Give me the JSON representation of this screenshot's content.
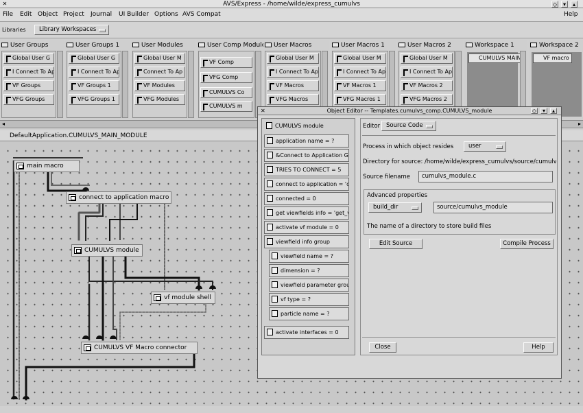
{
  "window": {
    "title": "AVS/Express - /home/wilde/express_cumulvs"
  },
  "menubar": {
    "items": [
      "File",
      "Edit",
      "Object",
      "Project",
      "Journal",
      "UI Builder",
      "Options",
      "AVS Compat"
    ],
    "help": "Help"
  },
  "libbar": {
    "label": "Libraries",
    "selected": "Library Workspaces"
  },
  "libraries": [
    {
      "title": "User Groups",
      "items": [
        "Global User G",
        "I Connect To Ap",
        "VF Groups",
        "VFG Groups"
      ]
    },
    {
      "title": "User Groups 1",
      "items": [
        "Global User G",
        "I Connect To Ap",
        "VF Groups 1",
        "VFG Groups 1"
      ]
    },
    {
      "title": "User Modules",
      "items": [
        "Global User M",
        "Connect To Ap",
        "VF Modules",
        "VFG Modules"
      ]
    },
    {
      "title": "User Comp Modules",
      "items": [
        "VF Comp",
        "VFG Comp",
        "CUMULVS Co",
        "CUMULVS m"
      ]
    },
    {
      "title": "User Macros",
      "items": [
        "Global User M",
        "I Connect To Ap",
        "VF Macros",
        "VFG Macros"
      ]
    },
    {
      "title": "User Macros 1",
      "items": [
        "Global User M",
        "I Connect To Ap",
        "VF Macros 1",
        "VFG Macros 1"
      ]
    },
    {
      "title": "User Macros 2",
      "items": [
        "Global User M",
        "I Connect To Ap",
        "VF Macros 2",
        "VFG Macros 2"
      ]
    },
    {
      "title": "Workspace 1",
      "items": [
        "CUMULVS MAIN"
      ]
    },
    {
      "title": "Workspace 2",
      "items": [
        "VF macro"
      ]
    }
  ],
  "network": {
    "path": "DefaultApplication.CUMULVS_MAIN_MODULE",
    "nodes": [
      "main macro",
      "connect to application macro",
      "CUMULVS module",
      "vf module shell",
      "CUMULVS VF Macro connector"
    ]
  },
  "object_editor": {
    "title": "Object Editor -- Templates.cumulvs_comp.CUMULVS_module",
    "tree": [
      "CUMULVS module",
      "application name = ?",
      "&Connect to Application G",
      "TRIES TO CONNECT = 5",
      "connect to application = 'co",
      "connected = 0",
      "get viewfields info = 'get_v",
      "activate vf module = 0",
      "viewfield info group",
      "viewfield name = ?",
      "dimension = ?",
      "viewfield parameter grou",
      "vf type = ?",
      "particle name = ?",
      "activate interfaces = 0"
    ],
    "editor_label": "Editor",
    "editor_value": "Source Code",
    "process_label": "Process in which object resides",
    "process_value": "user",
    "directory_text": "Directory for source: /home/wilde/express_cumulvs/source/cumulvs_",
    "source_filename_label": "Source filename",
    "source_filename_value": "cumulvs_module.c",
    "advanced_label": "Advanced properties",
    "adv_option": "build_dir",
    "adv_value": "source/cumulvs_module",
    "adv_help": "The name of a directory to store build files",
    "edit_source": "Edit Source",
    "compile": "Compile Process",
    "close": "Close",
    "help": "Help"
  }
}
